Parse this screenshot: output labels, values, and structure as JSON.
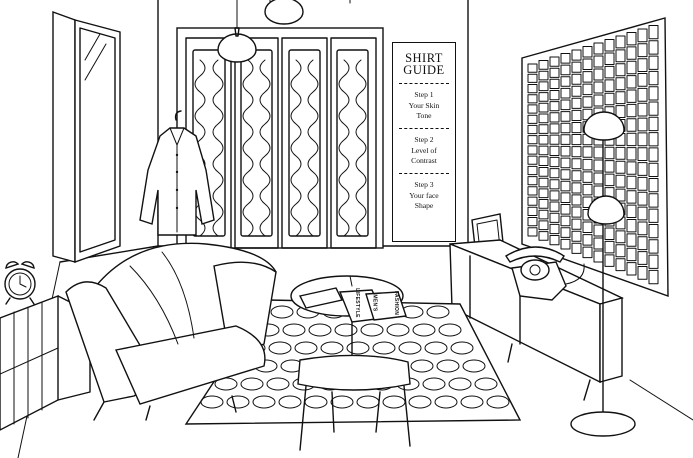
{
  "poster": {
    "title_line1": "SHIRT",
    "title_line2": "GUIDE",
    "steps": [
      {
        "number": "Step 1",
        "line1": "Your Skin",
        "line2": "Tone"
      },
      {
        "number": "Step 2",
        "line1": "Level of",
        "line2": "Contrast"
      },
      {
        "number": "Step 3",
        "line1": "Your face",
        "line2": "Shape"
      }
    ]
  },
  "magazines": {
    "mag1": "LIFESTYLE",
    "mag2": "MEN'S",
    "mag3": "FASHION"
  },
  "icons": {
    "clock": "alarm-clock-icon",
    "phone": "rotary-phone-icon",
    "lamp": "floor-lamp-icon"
  }
}
